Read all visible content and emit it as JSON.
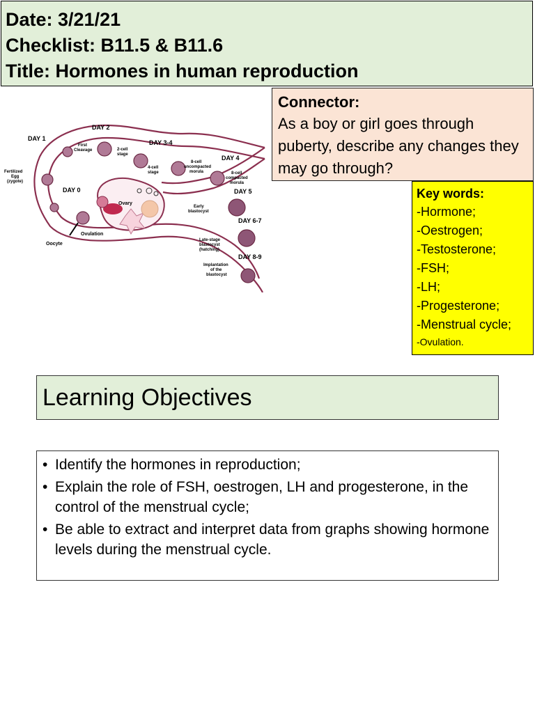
{
  "header": {
    "date": "Date: 3/21/21",
    "checklist": "Checklist: B11.5 & B11.6",
    "title": "Title: Hormones in human reproduction"
  },
  "connector": {
    "title": "Connector:",
    "text": "As a boy or girl goes through puberty, describe any changes they may go through?"
  },
  "keywords": {
    "title": "Key words:",
    "items": [
      "-Hormone;",
      "-Oestrogen;",
      "-Testosterone;",
      "-FSH;",
      "-LH;",
      "-Progesterone;",
      "-Menstrual cycle;",
      "-Ovulation."
    ]
  },
  "diagram": {
    "labels": {
      "day1": "DAY 1",
      "day2": "DAY 2",
      "day34": "DAY 3-4",
      "day4": "DAY 4",
      "day0": "DAY 0",
      "day5": "DAY 5",
      "day67": "DAY 6-7",
      "day89": "DAY 8-9",
      "first_cleavage_1": "First",
      "first_cleavage_2": "Cleavage",
      "two_cell_1": "2-cell",
      "two_cell_2": "stage",
      "four_cell_1": "4-cell",
      "four_cell_2": "stage",
      "eight_un_1": "8-cell",
      "eight_un_2": "uncompacted",
      "eight_un_3": "morula",
      "eight_c_1": "8-cell",
      "eight_c_2": "compacted",
      "eight_c_3": "morula",
      "fert_1": "Fertilized",
      "fert_2": "Egg",
      "fert_3": "(zygote)",
      "ovary": "Ovary",
      "ovulation": "Ovulation",
      "oocyte": "Oocyte",
      "early_1": "Early",
      "early_2": "blastocyst",
      "late_1": "Late-stage",
      "late_2": "blastocyst",
      "late_3": "(hatching)",
      "impl_1": "Implantation",
      "impl_2": "of the",
      "impl_3": "blastocyst"
    }
  },
  "learning_objectives": {
    "title": "Learning Objectives",
    "items": [
      "Identify the hormones in reproduction;",
      "Explain the role of FSH, oestrogen, LH and progesterone, in the control of the menstrual cycle;",
      "Be able to extract and interpret data from graphs showing hormone levels during the menstrual cycle."
    ]
  },
  "colors": {
    "header_bg": "#e2efd9",
    "connector_bg": "#fbe4d5",
    "keywords_bg": "#ffff00",
    "tube_stroke": "#8b2f4f",
    "cell_fill": "#b07a96"
  }
}
